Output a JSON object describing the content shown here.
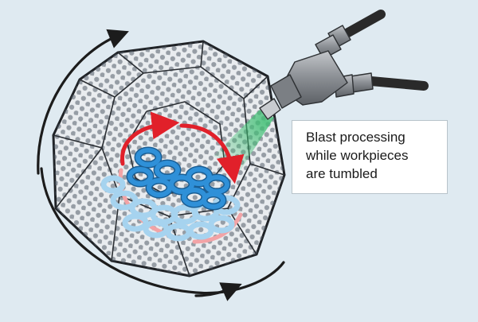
{
  "caption": {
    "lines": [
      "Blast processing",
      "while workpieces",
      "are tumbled"
    ]
  },
  "colors": {
    "background": "#dfeaf1",
    "drum_fill": "#e9ecef",
    "drum_dots": "#525c68",
    "drum_outline": "#1f2226",
    "rotation_arrow": "#1c1c1c",
    "tumble_arrow": "#e1202a",
    "tumble_arrow_faded": "#f2a3a6",
    "workpiece": "#2f90d8",
    "workpiece_faded": "#a6d3ef",
    "blast_stream": "#49c07a",
    "gun_body": "#8f9398",
    "hose": "#2a2a2a"
  },
  "icons": [
    "drum-rotation-arrow-icon",
    "blast-gun-icon",
    "workpiece-ring-icon",
    "tumble-arrow-icon"
  ]
}
